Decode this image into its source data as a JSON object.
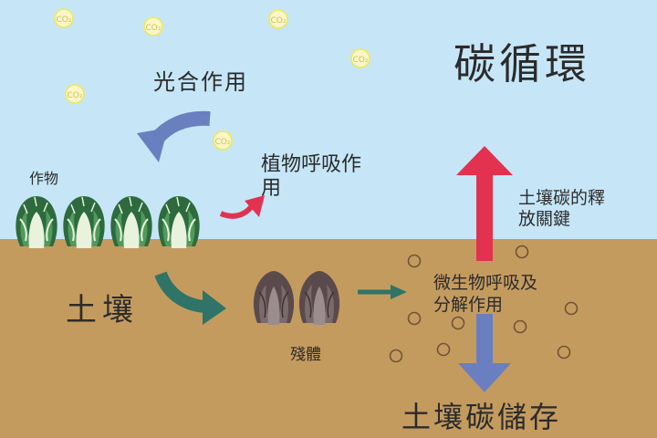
{
  "title": "碳循環",
  "co2_label": "CO₂",
  "labels": {
    "photosynthesis": "光合作用",
    "crops": "作物",
    "plant_respiration": "植物呼吸作用",
    "soil": "土壤",
    "residue": "殘體",
    "microbial": "微生物呼吸及分解作用",
    "release_key": "土壤碳的釋放關鍵",
    "soil_carbon_storage": "土壤碳儲存"
  },
  "colors": {
    "sky": "#c6e6f7",
    "soil": "#c49b5f",
    "photosynthesis_arrow": "#6a7fbf",
    "plant_resp_arrow": "#e2324f",
    "soil_arrow": "#2f7466",
    "release_arrow": "#e2324f",
    "storage_arrow": "#6a7fbf",
    "crop_leaf": "#2d6b3e",
    "residue": "#5a4a4c"
  }
}
